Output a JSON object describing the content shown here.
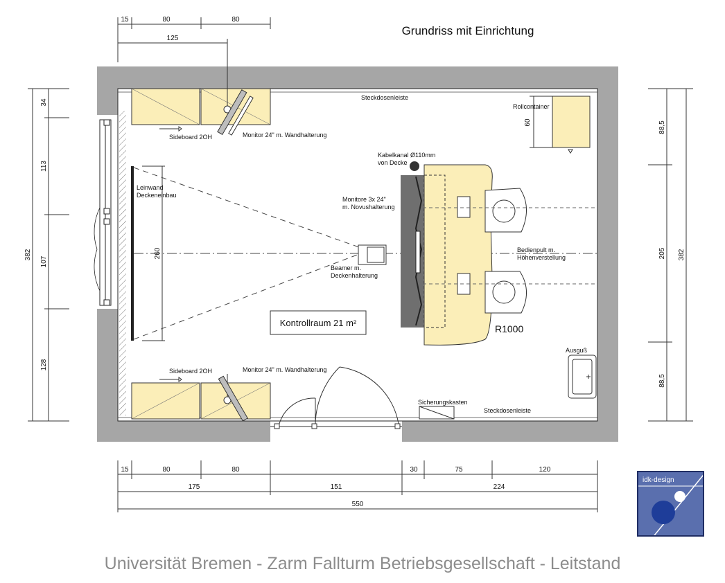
{
  "title": "Grundriss mit Einrichtung",
  "caption": "Universität Bremen - Zarm Fallturm Betriebsgesellschaft - Leitstand",
  "logo_text": "idk-design",
  "room_label": "Kontrollraum 21 m²",
  "labels": {
    "steckdosenleiste_top": "Steckdosenleiste",
    "steckdosenleiste_bottom": "Steckdosenleiste",
    "rollcontainer": "Rollcontainer",
    "sideboard_top": "Sideboard 2OH",
    "sideboard_bottom": "Sideboard 2OH",
    "monitor_wall_top": "Monitor 24\" m. Wandhalterung",
    "monitor_wall_bottom": "Monitor 24\" m. Wandhalterung",
    "kabelkanal_1": "Kabelkanal Ø110mm",
    "kabelkanal_2": "von Decke",
    "leinwand_1": "Leinwand",
    "leinwand_2": "Deckeneinbau",
    "monitore_1": "Monitore 3x 24\"",
    "monitore_2": "m. Novushalterung",
    "beamer_1": "Beamer m.",
    "beamer_2": "Deckenhalterung",
    "bedienpult_1": "Bedienpult m.",
    "bedienpult_2": "Höhenverstellung",
    "r1000": "R1000",
    "ausguss": "Ausguß",
    "sicherungskasten": "Sicherungskasten"
  },
  "dims": {
    "top_15": "15",
    "top_80a": "80",
    "top_80b": "80",
    "top_125": "125",
    "left_34": "34",
    "left_113": "113",
    "left_107": "107",
    "left_128": "128",
    "left_382": "382",
    "right_60": "60",
    "right_885a": "88,5",
    "right_205": "205",
    "right_885b": "88,5",
    "right_382": "382",
    "screen_260": "260",
    "bot_15": "15",
    "bot_80a": "80",
    "bot_80b": "80",
    "bot_30": "30",
    "bot_75": "75",
    "bot_120": "120",
    "bot_175": "175",
    "bot_151": "151",
    "bot_224": "224",
    "bot_550": "550"
  },
  "colors": {
    "wall": "#a6a6a6",
    "furniture": "#fbeeb8",
    "monitor": "#6f6f6f",
    "logo_bg": "#5a6fae",
    "logo_circle": "#1e3d99",
    "caption": "#8c8c8c"
  }
}
